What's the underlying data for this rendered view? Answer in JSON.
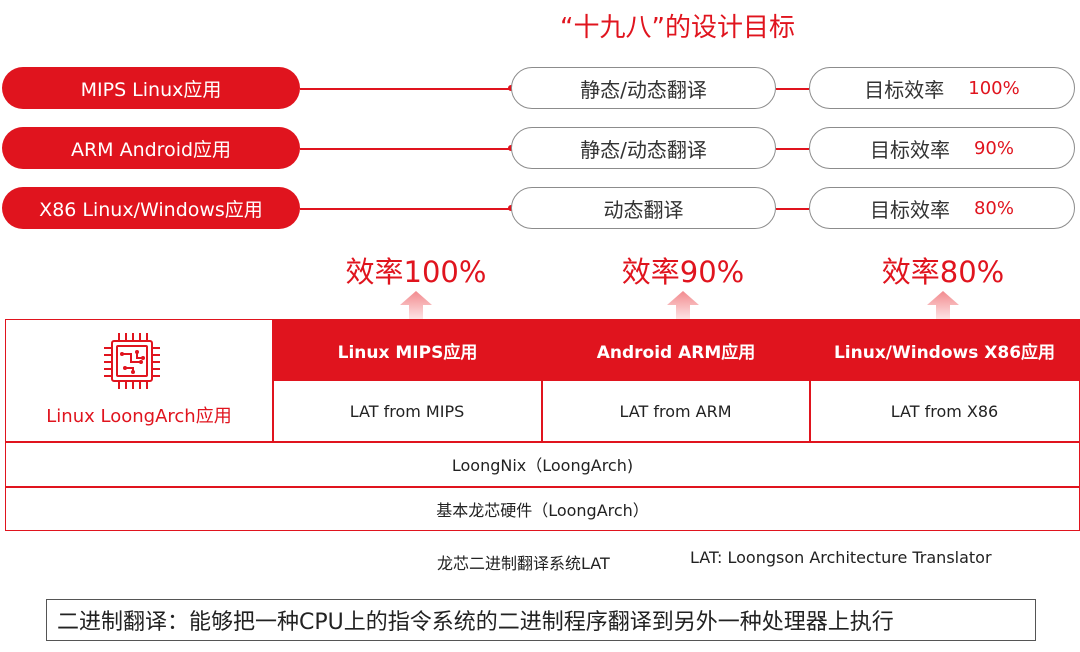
{
  "title": "“十九八”的设计目标",
  "apps": [
    {
      "label": "MIPS Linux应用"
    },
    {
      "label": "ARM Android应用"
    },
    {
      "label": "X86 Linux/Windows应用"
    }
  ],
  "translation": [
    {
      "label": "静态/动态翻译"
    },
    {
      "label": "静态/动态翻译"
    },
    {
      "label": "动态翻译"
    }
  ],
  "targets": [
    {
      "label": "目标效率",
      "value": "100%"
    },
    {
      "label": "目标效率",
      "value": "90%"
    },
    {
      "label": "目标效率",
      "value": "80%"
    }
  ],
  "efficiency": [
    {
      "label": "效率100%"
    },
    {
      "label": "效率90%"
    },
    {
      "label": "效率80%"
    }
  ],
  "stack": {
    "loongarch_label": "Linux LoongArch应用",
    "columns": [
      {
        "header": "Linux MIPS应用",
        "lat": "LAT from MIPS"
      },
      {
        "header": "Android ARM应用",
        "lat": "LAT from ARM"
      },
      {
        "header": "Linux/Windows X86应用",
        "lat": "LAT from X86"
      }
    ],
    "os_row": "LoongNix（LoongArch)",
    "hw_row": "基本龙芯硬件（LoongArch）"
  },
  "footer": {
    "system_name": "龙芯二进制翻译系统LAT",
    "abbr": "LAT: Loongson Architecture Translator",
    "definition": "二进制翻译：能够把一种CPU上的指令系统的二进制程序翻译到另外一种处理器上执行"
  },
  "colors": {
    "accent": "#e0141e",
    "border": "#8c8c8c"
  },
  "icons": {
    "chip": "chip-icon",
    "arrow": "arrow-up-icon"
  }
}
